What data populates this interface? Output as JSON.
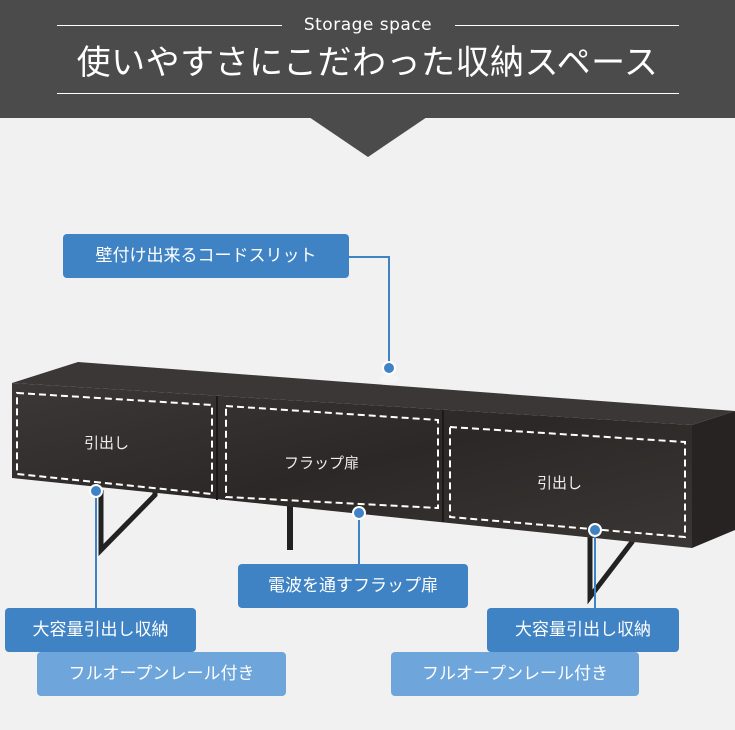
{
  "header": {
    "subtitle": "Storage space",
    "title": "使いやすさにこだわった収納スペース"
  },
  "callouts": {
    "cord_slit": "壁付け出来るコードスリット",
    "flap_door_function": "電波を通すフラップ扉",
    "left_drawer_capacity": "大容量引出し収納",
    "left_drawer_rail": "フルオープンレール付き",
    "right_drawer_capacity": "大容量引出し収納",
    "right_drawer_rail": "フルオープンレール付き"
  },
  "furniture": {
    "left_drawer": "引出し",
    "center_door": "フラップ扉",
    "right_drawer": "引出し"
  },
  "colors": {
    "header_bg": "#4b4b4b",
    "callout_dark": "#3f83c4",
    "callout_light": "#6ea6dc",
    "cabinet": "#2f2c2b"
  }
}
